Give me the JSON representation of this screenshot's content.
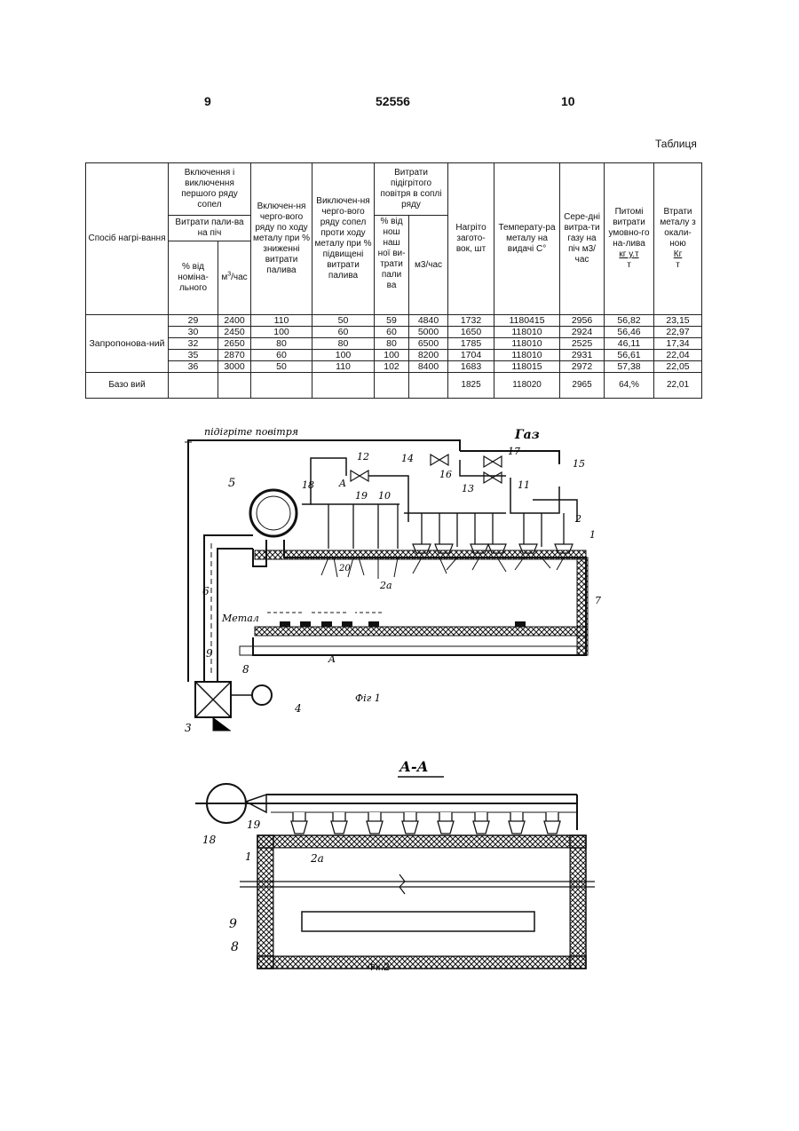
{
  "header": {
    "left_page": "9",
    "patent_number": "52556",
    "right_page": "10"
  },
  "table_title": "Таблиця",
  "table": {
    "col_method": "Спосіб нагрі-вання",
    "group_switch": "Включення і виключення першого ряду сопел",
    "sub_fuel": "Витрати пали-ва на піч",
    "col_pct_nominal": "% від номіна-льного",
    "col_m3h_prefix": "м",
    "col_m3h_sup": "3",
    "col_m3h_suffix": "/час",
    "col_off_down": "Включен-ня черго-вого ряду по ходу металу при % зниженні витрати палива",
    "col_off_up": "Виключен-ня черго-вого ряду сопел проти ходу металу при % підвищені витрати палива",
    "group_air": "Витрати підігрітого повітря в соплі ряду",
    "col_air_pct": "% від нош наш ної ви-трати пали ва",
    "col_air_m3": "м3/час",
    "col_heated": "Нагріто загото-вок, шт",
    "col_temp": "Температу-ра металу на видачі С°",
    "col_gas": "Сере-дні витра-ти газу на піч м3/час",
    "col_specific": "Питомі витрати умовно-го на-лива",
    "col_specific_unit": "кг у.т",
    "col_specific_den": "т",
    "col_loss": "Втрати металу з окали-ною",
    "col_loss_unit": "Кг",
    "col_loss_den": "т",
    "proposed_label": "Запропонова-ний",
    "rows": [
      [
        "29",
        "2400",
        "110",
        "50",
        "59",
        "4840",
        "1732",
        "1180415",
        "2956",
        "56,82",
        "23,15"
      ],
      [
        "30",
        "2450",
        "100",
        "60",
        "60",
        "5000",
        "1650",
        "118010",
        "2924",
        "56,46",
        "22,97"
      ],
      [
        "32",
        "2650",
        "80",
        "80",
        "80",
        "6500",
        "1785",
        "118010",
        "2525",
        "46,11",
        "17,34"
      ],
      [
        "35",
        "2870",
        "60",
        "100",
        "100",
        "8200",
        "1704",
        "118010",
        "2931",
        "56,61",
        "22,04"
      ],
      [
        "36",
        "3000",
        "50",
        "110",
        "102",
        "8400",
        "1683",
        "118015",
        "2972",
        "57,38",
        "22,05"
      ]
    ],
    "base_label": "Базо вий",
    "base_row": [
      "1825",
      "118020",
      "2965",
      "64,%",
      "22,01"
    ]
  },
  "fig1": {
    "label_air": "підігріте повітря",
    "label_gas": "Газ",
    "label_metal": "Метал",
    "section_mark": "A",
    "numbers": [
      "5",
      "18",
      "12",
      "19",
      "10",
      "14",
      "16",
      "13",
      "17",
      "15",
      "11",
      "2",
      "1",
      "7",
      "6",
      "9",
      "8",
      "3",
      "4",
      "2a",
      "20"
    ],
    "caption": "Фіг 1"
  },
  "fig2": {
    "title": "А-А",
    "numbers": [
      "18",
      "19",
      "1",
      "2a",
      "9",
      "8"
    ],
    "caption": "Фіг.2"
  }
}
